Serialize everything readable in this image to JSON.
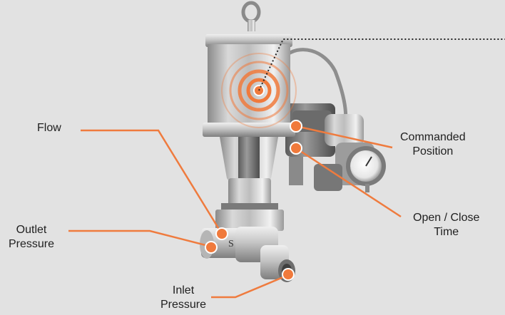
{
  "labels": {
    "flow": "Flow",
    "outlet": [
      "Outlet",
      "Pressure"
    ],
    "inlet": [
      "Inlet",
      "Pressure"
    ],
    "commanded": [
      "Commanded",
      "Position"
    ],
    "open_close": [
      "Open / Close",
      "Time"
    ]
  },
  "valve_marking": "S",
  "colors": {
    "background": "#e2e2e2",
    "accent": "#f07a3c",
    "leader": "#ef7b3e",
    "steel_light": "#d8d8d8",
    "steel_dark": "#8c8c8c",
    "text": "#1f1f1f"
  }
}
